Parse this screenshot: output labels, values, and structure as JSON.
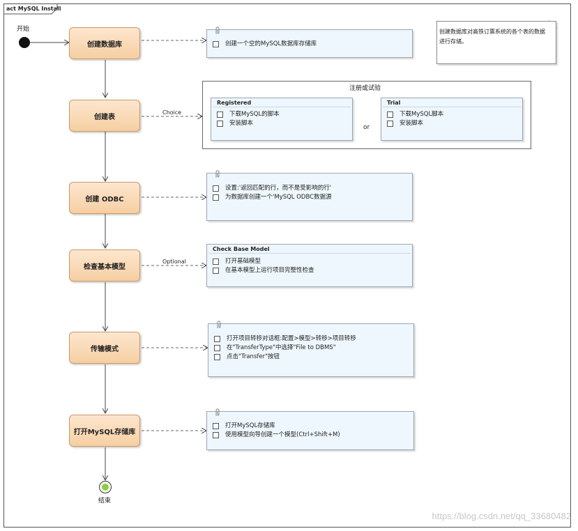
{
  "diagram": {
    "frame_title": "act MySQL Install",
    "start_label": "开始",
    "end_label": "结束",
    "watermark": "https://blog.csdn.net/qq_33680482"
  },
  "actions": [
    {
      "id": "create-db",
      "label": "创建数据库"
    },
    {
      "id": "create-table",
      "label": "创建表"
    },
    {
      "id": "create-odbc",
      "label": "创建 ODBC"
    },
    {
      "id": "check-model",
      "label": "检查基本模型"
    },
    {
      "id": "transfer-mode",
      "label": "传输模式"
    },
    {
      "id": "open-repo",
      "label": "打开MySQL存储库"
    }
  ],
  "edge_labels": {
    "choice": "Choice",
    "optional": "Optional"
  },
  "notes": {
    "create_db": {
      "items": [
        "创建一个空的MySQL数据库存储库"
      ]
    },
    "create_odbc": {
      "items": [
        "设置:'返回匹配的行，而不是受影响的行'",
        "为数据库创建一个'MySQL ODBC数据源"
      ]
    },
    "check_model": {
      "title": "Check Base Model",
      "items": [
        "打开基础模型",
        "在基本模型上运行项目完整性检查"
      ]
    },
    "transfer": {
      "items": [
        "打开项目转移对话框:配置>模型>转移>项目转移",
        "在\"TransferType\"中选择\"File to DBMS\"",
        "点击\"Transfer\"按钮"
      ]
    },
    "open_repo": {
      "items": [
        "打开MySQL存储库",
        "使用模型向导创建一个模型(Ctrl+Shift+M)"
      ]
    }
  },
  "choice_region": {
    "title": "注册或试验",
    "or_label": "or",
    "registered": {
      "title": "Registered",
      "items": [
        "下载MySQL的脚本",
        "安装脚本"
      ]
    },
    "trial": {
      "title": "Trial",
      "items": [
        "下载MySQL脚本",
        "安装脚本"
      ]
    }
  },
  "side_note": {
    "line1": "创建数据库对高铁订票系统的各个表的数据",
    "line2": "进行存储。"
  },
  "colors": {
    "action_fill": "#f6cfa2",
    "note_fill": "#eef7fd",
    "end_node": "#8fce3f"
  }
}
